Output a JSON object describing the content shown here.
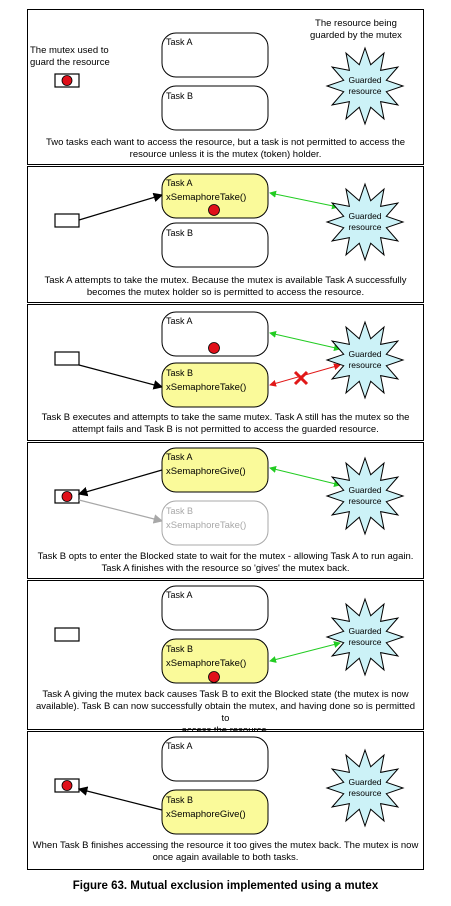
{
  "colors": {
    "task_active_fill": "#fafa9a",
    "task_fill": "#ffffff",
    "mutex_token": "#e0101a",
    "resource_fill": "#ccf2f7",
    "arrow_ok": "#22cc22",
    "arrow_denied": "#e11818",
    "faded": "#a8a8a8"
  },
  "labels": {
    "task_a": "Task A",
    "task_b": "Task B",
    "take_call": "xSemaphoreTake()",
    "give_call": "xSemaphoreGive()",
    "resource": "Guarded\nresource"
  },
  "panel1": {
    "mutex_label": "The mutex used to\nguard the resource",
    "resource_label": "The resource being\nguarded by the mutex",
    "caption": "Two tasks each want to access the resource, but a task is not permitted to access the\nresource unless it is the mutex (token) holder."
  },
  "panel2": {
    "caption": "Task A attempts to take the mutex.  Because the mutex is available Task A successfully\nbecomes the mutex holder so is permitted to access the resource."
  },
  "panel3": {
    "caption": "Task B executes and attempts to take the same mutex.  Task A still has the mutex so the\nattempt fails and Task B is not permitted to access the guarded resource."
  },
  "panel4": {
    "caption": "Task B opts to enter the Blocked state to wait for the mutex - allowing Task A to run again.\nTask A finishes with the resource so 'gives' the mutex back."
  },
  "panel5": {
    "caption": "Task A giving the mutex back causes Task B to exit the Blocked state (the mutex is now\navailable).  Task B can now successfully obtain the mutex, and having done so is permitted to\naccess the resource."
  },
  "panel6": {
    "caption": "When Task B finishes accessing the resource it too gives the mutex back.  The mutex is now\nonce again available to both tasks."
  },
  "figure_caption": "Figure 63.  Mutual exclusion implemented using a mutex"
}
